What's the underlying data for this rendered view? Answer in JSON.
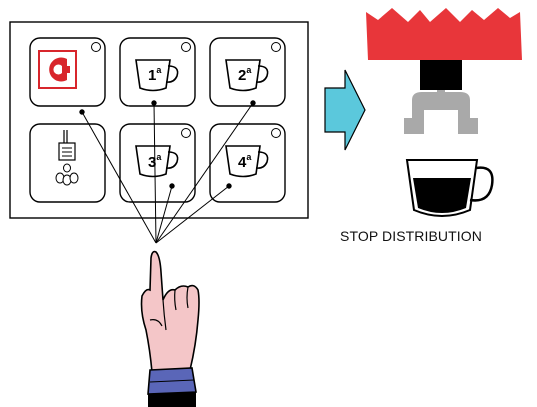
{
  "panel": {
    "buttons": [
      {
        "id": "button-continuous",
        "icon": "continuous-dispense-icon",
        "label": ""
      },
      {
        "id": "button-1-cup",
        "icon": "coffee-cup-icon",
        "number": "1",
        "sup": "a"
      },
      {
        "id": "button-2-cup",
        "icon": "coffee-cup-icon",
        "number": "2",
        "sup": "a"
      },
      {
        "id": "button-tea",
        "icon": "hot-water-icon",
        "label": ""
      },
      {
        "id": "button-3-cup",
        "icon": "coffee-cup-icon",
        "number": "3",
        "sup": "a"
      },
      {
        "id": "button-4-cup",
        "icon": "coffee-cup-icon",
        "number": "4",
        "sup": "a"
      }
    ]
  },
  "caption": "STOP DISTRIBUTION",
  "colors": {
    "arrow": "#5bc8dc",
    "group_head": "#e8363a",
    "portafilter": "#a9a9a9",
    "continuous_icon": "#d8262c",
    "hand_skin": "#f4c6c8",
    "cuff": "#5a66b8"
  }
}
